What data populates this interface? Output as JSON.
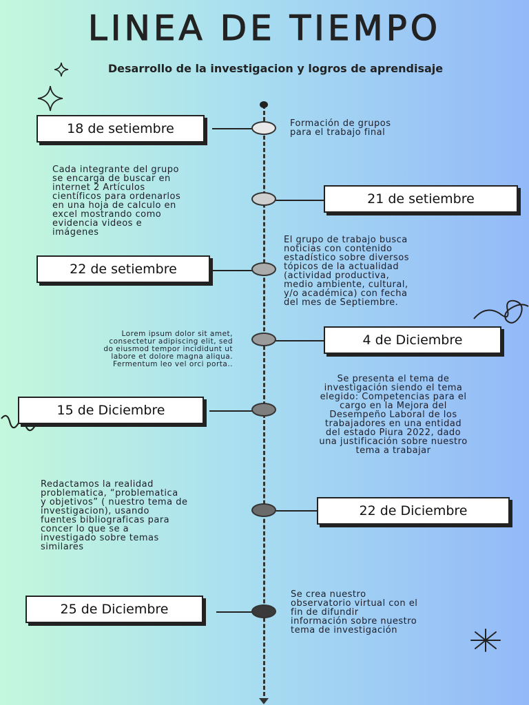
{
  "header": {
    "title": "LINEA DE TIEMPO",
    "subtitle": "Desarrollo de la investigacion y logros de aprendisaje"
  },
  "events": [
    {
      "date": "18 de setiembre",
      "text": "Formación de grupos\npara el trabajo final"
    },
    {
      "date": "21 de setiembre",
      "text": "Cada integrante del grupo\nse encarga de buscar en\ninternet 2 Artículos\ncientíficos para ordenarlos\nen una hoja de calculo en\nexcel mostrando como\nevidencia videos e\nimágenes"
    },
    {
      "date": "22 de setiembre",
      "text": "El  grupo de trabajo busca\nnoticias con contenido\nestadístico sobre diversos\ntópicos de la actualidad\n(actividad productiva,\nmedio ambiente, cultural,\ny/o académica) con fecha\ndel mes de Septiembre."
    },
    {
      "date": "4 de Diciembre",
      "text": "Lorem ipsum dolor sit amet,\nconsectetur adipiscing elit, sed\ndo eiusmod tempor incididunt ut\nlabore et dolore magna aliqua.\nFermentum leo vel orci porta.."
    },
    {
      "date": "15 de Diciembre",
      "text": "Se presenta el tema de\ninvestigación siendo el tema\nelegido: Competencias para el\ncargo en la Mejora del\nDesempeño Laboral de los\ntrabajadores en una entidad\ndel estado Piura 2022, dado\nuna justificación sobre nuestro\ntema a trabajar"
    },
    {
      "date": "22 de Diciembre",
      "text": "Redactamos la realidad\nproblematica, “problematica\ny objetivos” ( nuestro tema de\ninvestigacion), usando\nfuentes bibliograficas para\nconcer lo que se a\ninvestigado sobre temas\nsimilares"
    },
    {
      "date": "25 de Diciembre",
      "text": "Se crea nuestro\nobservatorio virtual con el\nfin de difundir\ninformación sobre nuestro\ntema de investigación"
    }
  ],
  "colors": {
    "node_fills": [
      "#e9e9e9",
      "#cfcfcf",
      "#ababab",
      "#9a9a9a",
      "#7e7e7e",
      "#6a6a6a",
      "#3a3a3a"
    ]
  }
}
